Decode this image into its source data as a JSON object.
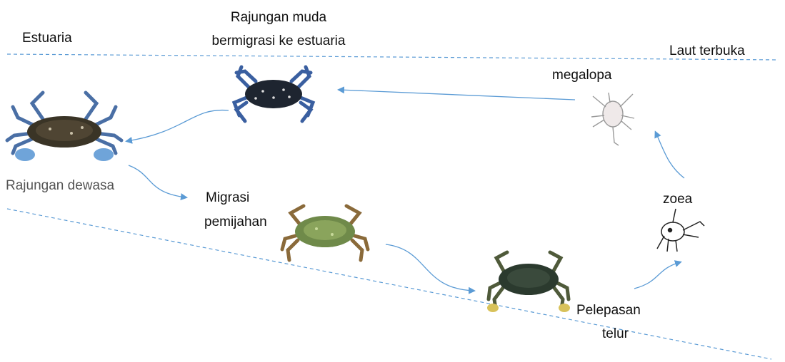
{
  "labels": {
    "estuaria": "Estuaria",
    "laut_terbuka": "Laut terbuka",
    "rajungan_muda_line1": "Rajungan muda",
    "rajungan_muda_line2": "bermigrasi ke estuaria",
    "megalopa": "megalopa",
    "rajungan_dewasa": "Rajungan dewasa",
    "migrasi_line1": "Migrasi",
    "migrasi_line2": "pemijahan",
    "zoea": "zoea",
    "pelepasan_line1": "Pelepasan",
    "pelepasan_line2": "telur"
  },
  "colors": {
    "arrow": "#5b9bd5",
    "dashed_line": "#5b9bd5",
    "blue_crab": "#4a6fa5",
    "dark_crab": "#2b3a2e",
    "green_crab": "#6f8a4a",
    "larva": "#888888"
  },
  "icons": [
    "blue-swimming-crab-icon",
    "juvenile-crab-icon",
    "megalopa-larva-icon",
    "zoea-larva-icon",
    "spawning-crab-icon",
    "egg-bearing-crab-icon"
  ]
}
